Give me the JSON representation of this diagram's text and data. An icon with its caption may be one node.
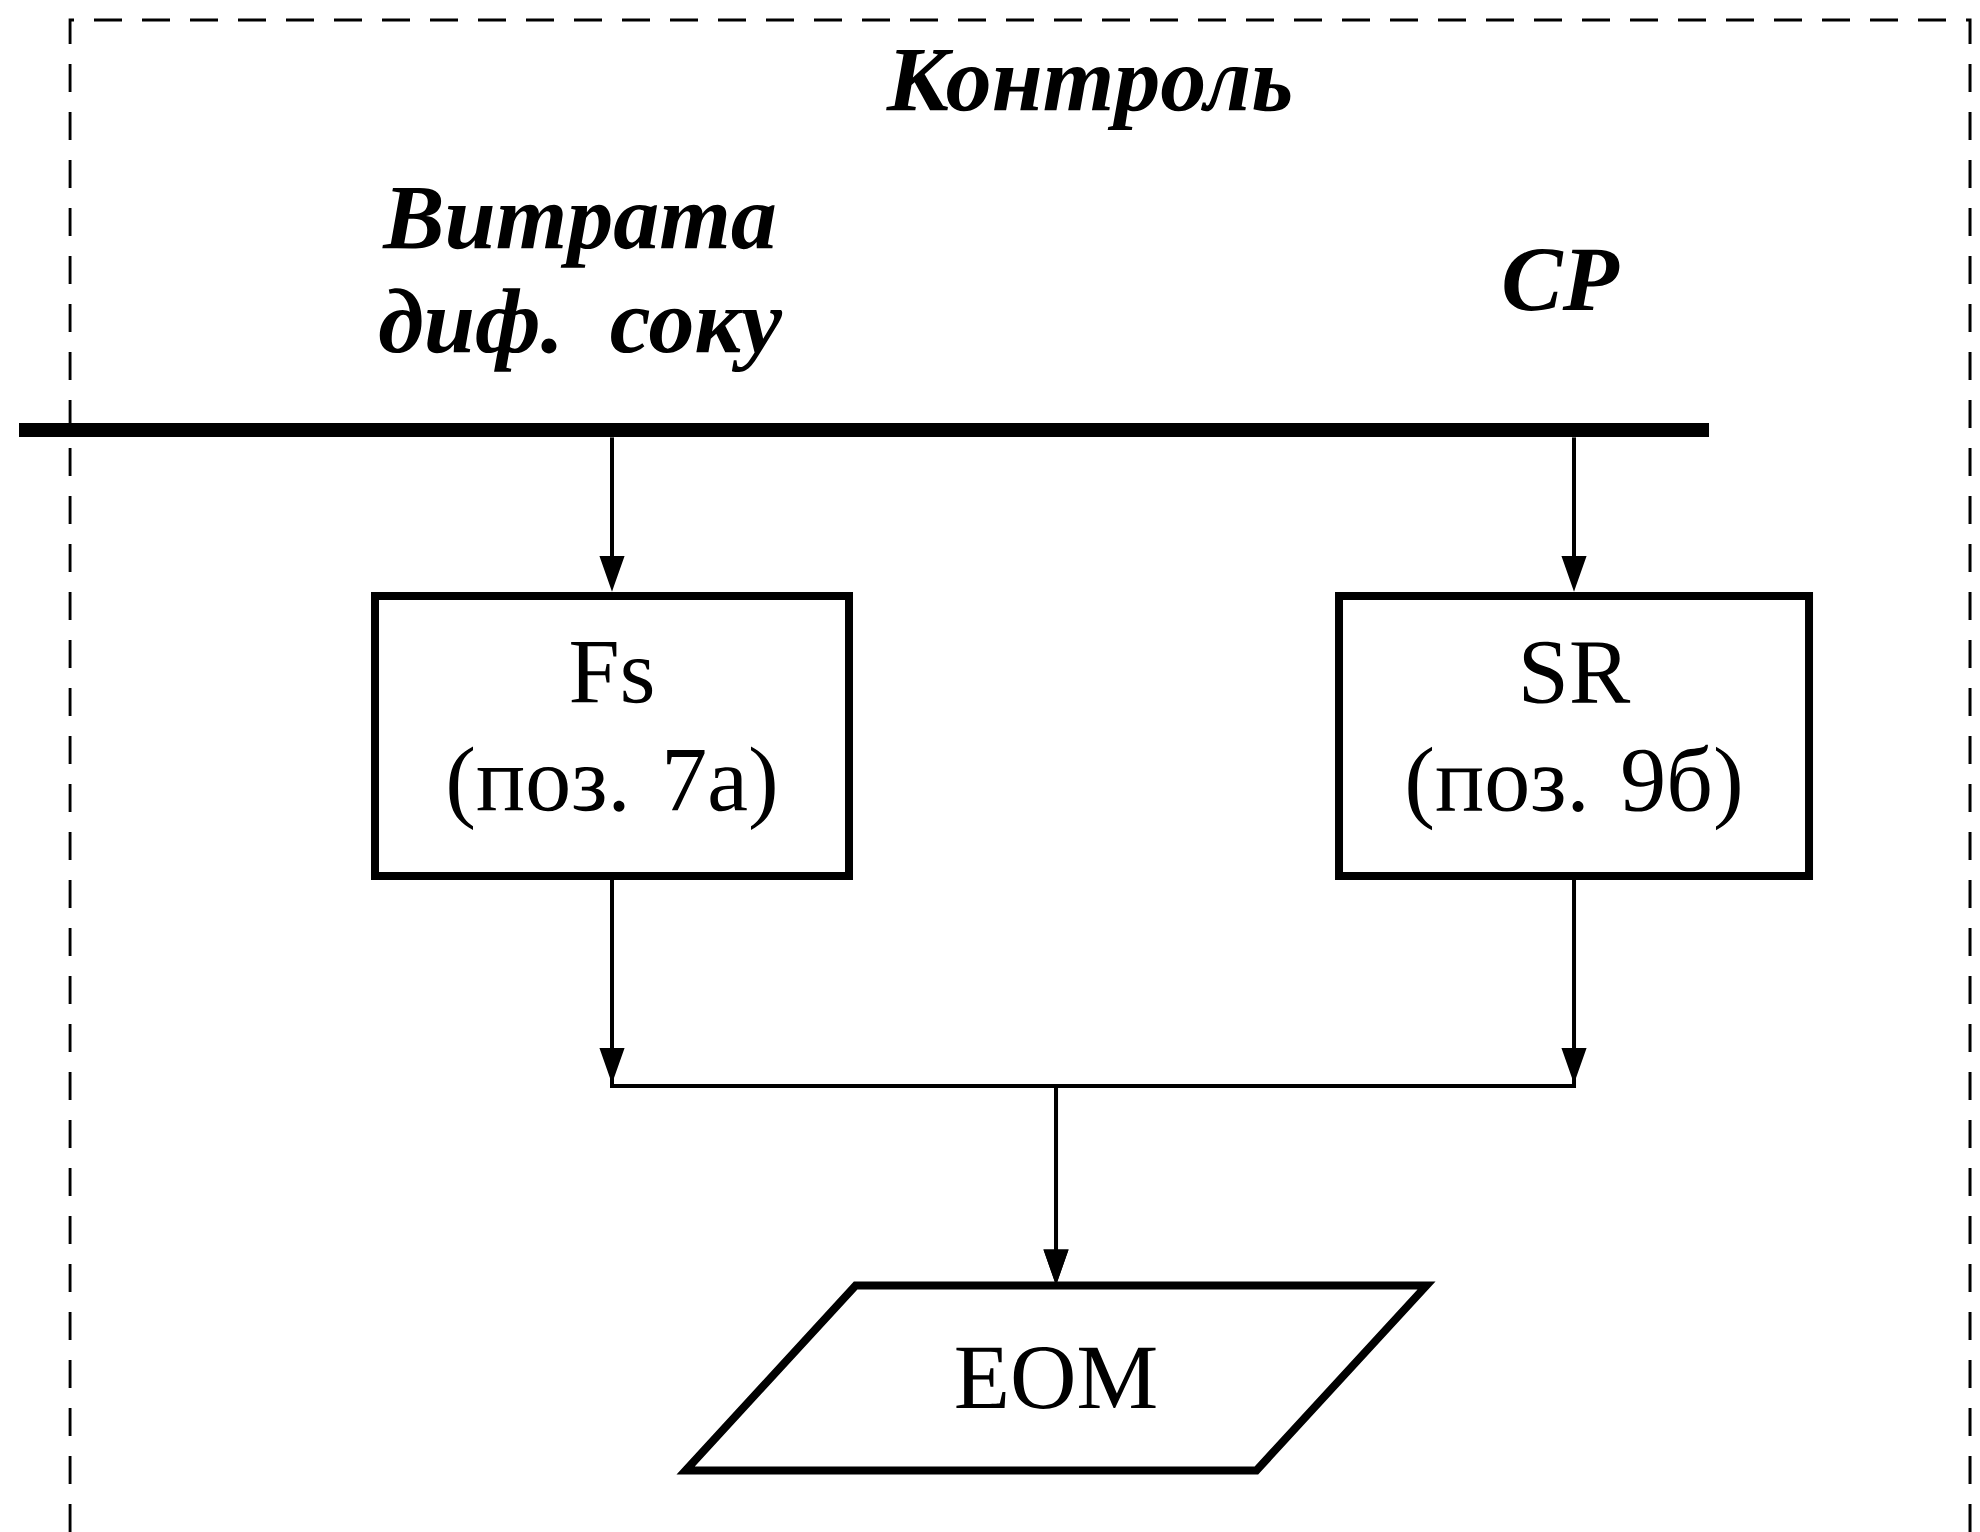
{
  "diagram": {
    "title": "Контроль",
    "nodes": [
      {
        "text": [],
        "shape": "bar"
      },
      {
        "text": [
          "Fs",
          "(поз. 7а)"
        ]
      },
      {
        "text": [
          "SR",
          "(поз. 9б)"
        ]
      },
      {
        "text": [
          "ЕОМ"
        ]
      }
    ],
    "edges": [
      {
        "from": 0,
        "to": 1,
        "arrow": "to"
      },
      {
        "from": 0,
        "to": 2,
        "arrow": "to"
      },
      {
        "from": 1,
        "to": 3,
        "arrow": "to"
      },
      {
        "from": 2,
        "to": 3,
        "arrow": "to"
      }
    ],
    "labels": [
      "Витрата диф. соку",
      "СР"
    ]
  }
}
